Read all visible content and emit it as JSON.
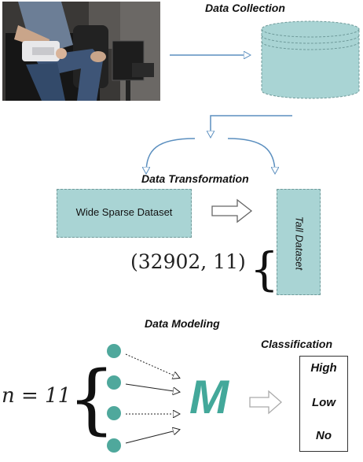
{
  "headings": {
    "data_collection": "Data Collection",
    "data_transformation": "Data Transformation",
    "data_modeling": "Data Modeling",
    "classification": "Classification"
  },
  "boxes": {
    "wide": "Wide Sparse Dataset",
    "tall": "Tall Dataset"
  },
  "math": {
    "shape": "(32902, 11)",
    "n_label": "n = 11",
    "model": "M"
  },
  "classes": [
    "High",
    "Low",
    "No"
  ],
  "colors": {
    "teal": "#a9d4d4",
    "node": "#4fa89c",
    "arrow": "#5b8fbf",
    "model": "#43a89a"
  }
}
